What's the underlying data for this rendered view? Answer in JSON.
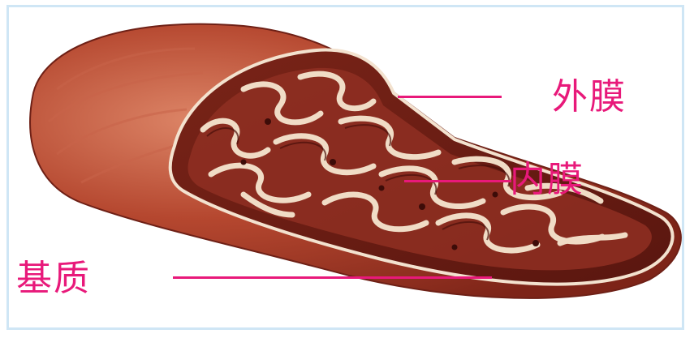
{
  "figure": {
    "subject": "mitochondrion-cutaway",
    "label_color": "#e8197a",
    "organelle_colors": {
      "outer_surface": "#b4452e",
      "outer_highlight": "#d9795c",
      "cut_face": "#6d1b14",
      "cristae_pale": "#f0dcc6",
      "matrix": "#8f2f22"
    }
  },
  "labels": {
    "outer_membrane": "外膜",
    "inner_membrane": "内膜",
    "matrix": "基质"
  }
}
